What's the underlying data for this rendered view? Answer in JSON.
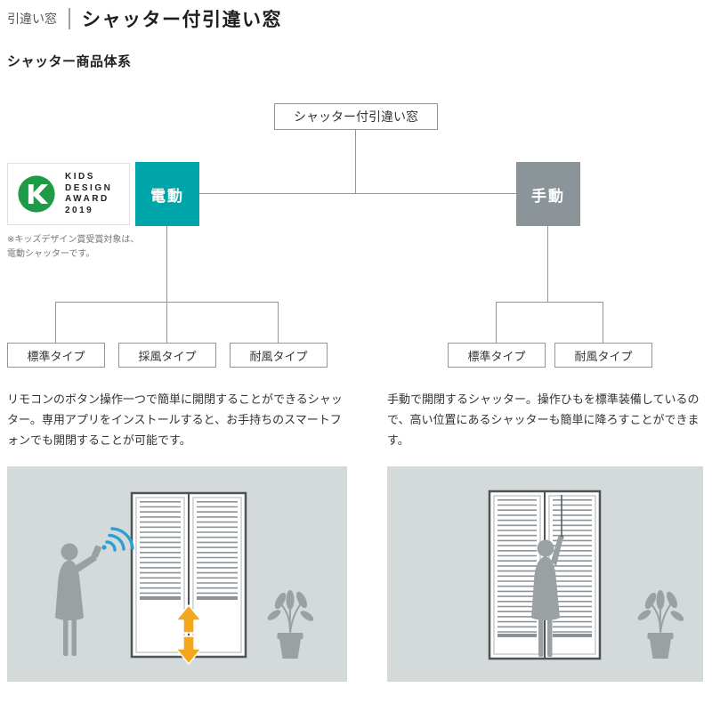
{
  "breadcrumb": {
    "category": "引違い窓",
    "title": "シャッター付引違い窓"
  },
  "section": {
    "heading": "シャッター商品体系"
  },
  "diagram": {
    "root": {
      "label": "シャッター付引違い窓"
    },
    "electric": {
      "label": "電動",
      "color": "#00a5aa"
    },
    "manual": {
      "label": "手動",
      "color": "#8b9499"
    },
    "electric_types": [
      "標準タイプ",
      "採風タイプ",
      "耐風タイプ"
    ],
    "manual_types": [
      "標準タイプ",
      "耐風タイプ"
    ]
  },
  "award": {
    "logo_lines": [
      "KIDS",
      "DESIGN",
      "AWARD",
      "2019"
    ],
    "note_line1": "※キッズデザイン賞受賞対象は、",
    "note_line2": "電動シャッターです。"
  },
  "descriptions": {
    "electric": "リモコンのボタン操作一つで簡単に開閉することができるシャッター。専用アプリをインストールすると、お手持ちのスマートフォンでも開閉することが可能です。",
    "manual": "手動で開閉するシャッター。操作ひもを標準装備しているので、高い位置にあるシャッターも簡単に降ろすことができます。"
  },
  "colors": {
    "electric_box": "#00a5aa",
    "manual_box": "#8b9499",
    "connector_line": "#8f979b",
    "panel_background": "#d4d9d9",
    "arrow_orange": "#f3a71e",
    "wifi_blue": "#2ba0d4",
    "award_green": "#1f9a46",
    "silhouette_gray": "#99a1a3"
  }
}
